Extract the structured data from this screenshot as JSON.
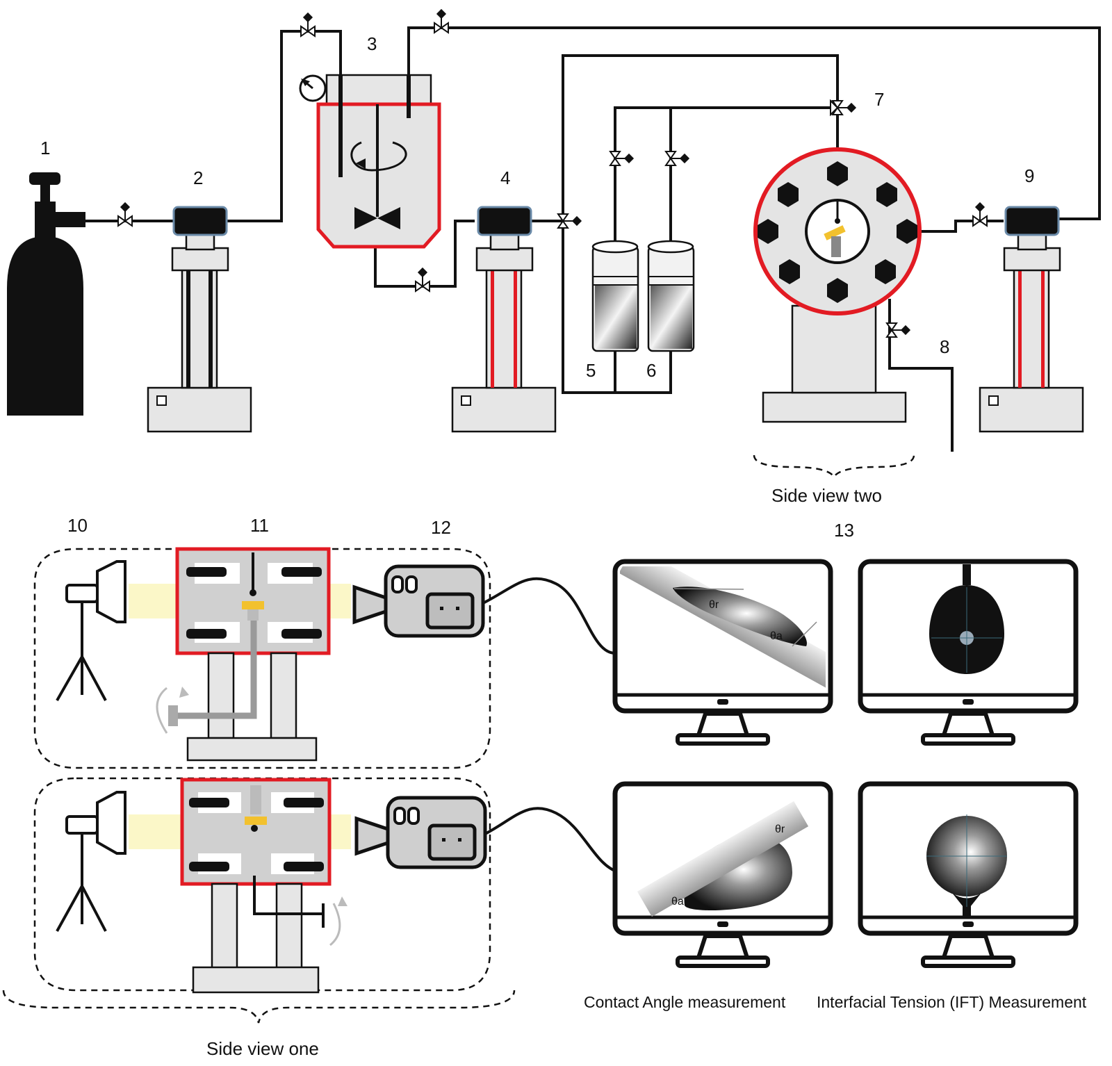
{
  "labels": {
    "n1": "1",
    "n2": "2",
    "n3": "3",
    "n4": "4",
    "n5": "5",
    "n6": "6",
    "n7": "7",
    "n8": "8",
    "n9": "9",
    "n10": "10",
    "n11": "11",
    "n12": "12",
    "n13": "13"
  },
  "captions": {
    "side_view_two": "Side view two",
    "side_view_one": "Side view one",
    "contact_angle": "Contact Angle measurement",
    "ift": "Interfacial Tension (IFT) Measurement"
  },
  "angle_symbols": {
    "theta_r": "θr",
    "theta_a": "θa"
  },
  "colors": {
    "accent_red": "#e21b23",
    "pipe": "#111111",
    "equipment_gray": "#d8d8d8",
    "light_beam": "#fbf7c8",
    "sample_yellow": "#f2c12e"
  }
}
